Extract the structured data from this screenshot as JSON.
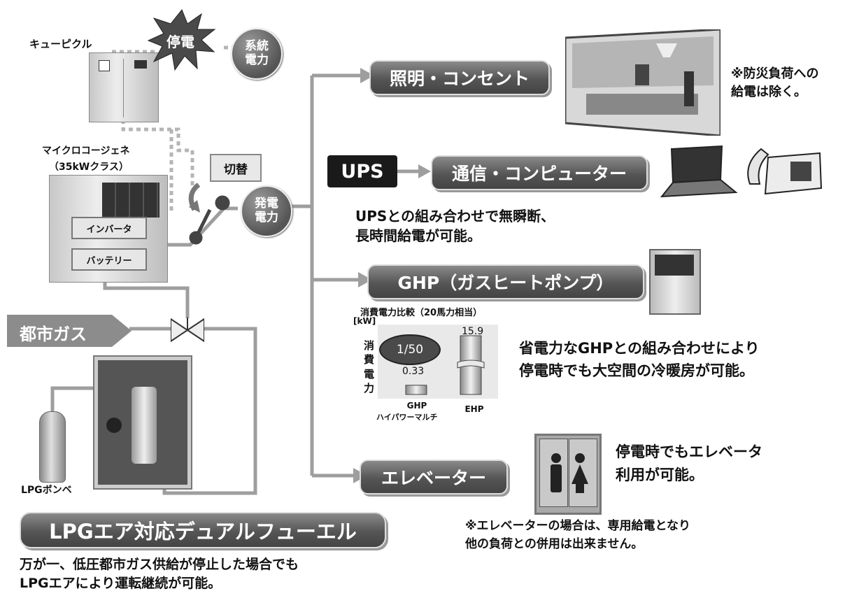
{
  "cubicle": {
    "label": "キューピクル"
  },
  "outage": {
    "label": "停電"
  },
  "grid_power": {
    "line1": "系統",
    "line2": "電力"
  },
  "microcogen": {
    "line1": "マイクロコージェネ",
    "line2": "（35kWクラス）"
  },
  "switch": {
    "label": "切替"
  },
  "inverter": {
    "label": "インバータ"
  },
  "battery": {
    "label": "バッテリー"
  },
  "generated_power": {
    "line1": "発電",
    "line2": "電力"
  },
  "city_gas": {
    "label": "都市ガス"
  },
  "lpg_cylinder": {
    "label": "LPGボンベ"
  },
  "lpg_title": {
    "label": "LPGエア対応デュアルフューエル"
  },
  "lpg_note": {
    "line1": "万が一、低圧都市ガス供給が停止した場合でも",
    "line2": "LPGエアにより運転継続が可能。"
  },
  "lighting": {
    "label": "照明・コンセント",
    "note_line1": "※防災負荷への",
    "note_line2": "給電は除く。"
  },
  "ups": {
    "badge": "UPS",
    "label": "通信・コンピューター",
    "note_line1": "UPSとの組み合わせで無瞬断、",
    "note_line2": "長時間給電が可能。"
  },
  "ghp": {
    "label": "GHP（ガスヒートポンプ）",
    "note_line1": "省電力なGHPとの組み合わせにより",
    "note_line2": "停電時でも大空間の冷暖房が可能。"
  },
  "elevator": {
    "label": "エレベーター",
    "note_line1": "停電時でもエレベータ",
    "note_line2": "利用が可能。",
    "footnote_line1": "※エレベーターの場合は、専用給電となり",
    "footnote_line2": "他の負荷との併用は出来ません。"
  },
  "chart_data": {
    "type": "bar",
    "title": "消費電力比較（20馬力相当）",
    "unit": "[kW]",
    "ylabel": "消費電力",
    "categories": [
      "GHP",
      "EHP"
    ],
    "category_sublabels": [
      "ハイパワーマルチ",
      ""
    ],
    "values": [
      0.33,
      15.9
    ],
    "value_labels": [
      "0.33",
      "15.9"
    ],
    "ratio_label": "1/50",
    "axis_break": true
  },
  "colors": {
    "pill": "#555555",
    "line": "#9a9a9a",
    "ups_badge": "#1a1a1a"
  }
}
